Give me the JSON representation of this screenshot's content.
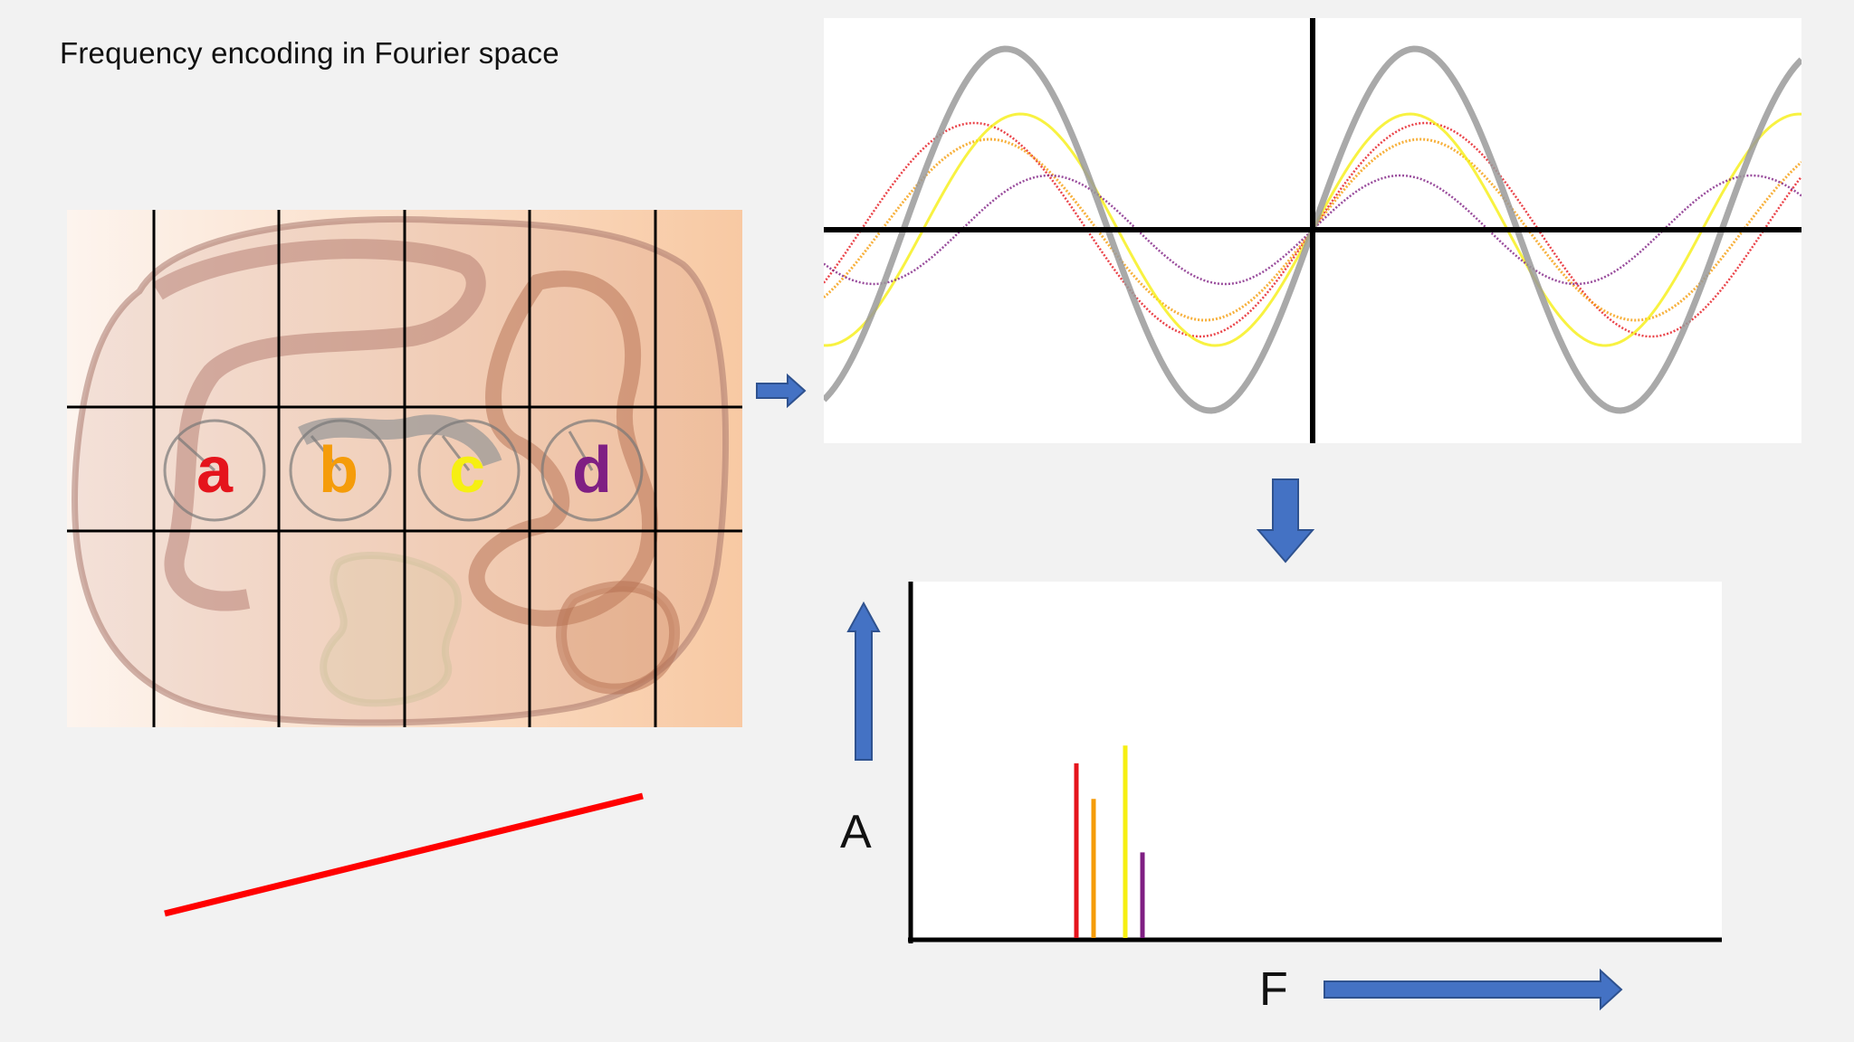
{
  "title": "Frequency encoding in Fourier space",
  "voxels": [
    {
      "letter": "a",
      "color": "#e5141c"
    },
    {
      "letter": "b",
      "color": "#f59c0a"
    },
    {
      "letter": "c",
      "color": "#f6ef12"
    },
    {
      "letter": "d",
      "color": "#7f1f83"
    }
  ],
  "spectrum": {
    "y_label": "A",
    "x_label": "F",
    "peaks": [
      {
        "color": "#e5141c",
        "amplitude": 0.49
      },
      {
        "color": "#f59c0a",
        "amplitude": 0.39
      },
      {
        "color": "#f6ef12",
        "amplitude": 0.54
      },
      {
        "color": "#7f1f83",
        "amplitude": 0.24
      }
    ]
  },
  "colors": {
    "arrow": "#4472c4",
    "gradient_line": "#ff0000",
    "wave_gray": "#9a9a9a",
    "axis": "#000000"
  }
}
